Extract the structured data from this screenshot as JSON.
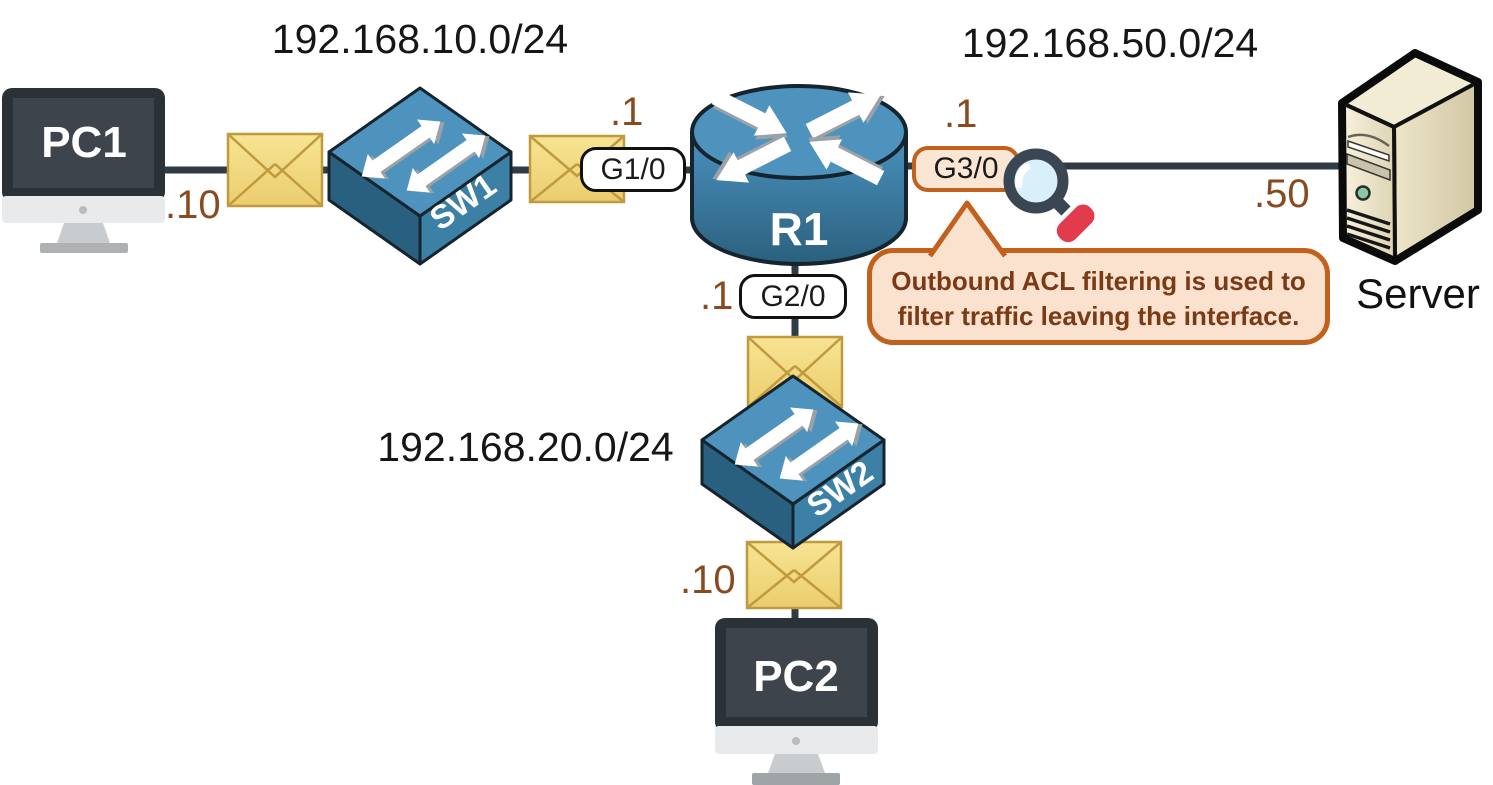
{
  "networks": {
    "lan10": "192.168.10.0/24",
    "lan20": "192.168.20.0/24",
    "lan50": "192.168.50.0/24"
  },
  "devices": {
    "pc1": "PC1",
    "pc2": "PC2",
    "sw1": "SW1",
    "sw2": "SW2",
    "r1": "R1",
    "server": "Server"
  },
  "interfaces": {
    "g1_0": "G1/0",
    "g2_0": "G2/0",
    "g3_0": "G3/0"
  },
  "addresses": {
    "pc1": ".10",
    "pc2": ".10",
    "server": ".50",
    "r1_g1": ".1",
    "r1_g2": ".1",
    "r1_g3": ".1"
  },
  "callout": {
    "line1": "Outbound ACL filtering is used to",
    "line2": "filter traffic leaving the interface."
  },
  "icons": {
    "envelope": "packet-envelope",
    "magnifier": "inspect-magnifier",
    "switch": "l2-switch",
    "router": "router",
    "pc": "desktop-computer",
    "server": "tower-server"
  },
  "colors": {
    "accent": "#C2601E",
    "callout_fill": "#FAE2CE",
    "callout_text": "#7B3A16",
    "address_text": "#8A4A1F",
    "link": "#2F3B45",
    "envelope_fill": "#F2D87F",
    "device_blue": "#4D93BE"
  }
}
